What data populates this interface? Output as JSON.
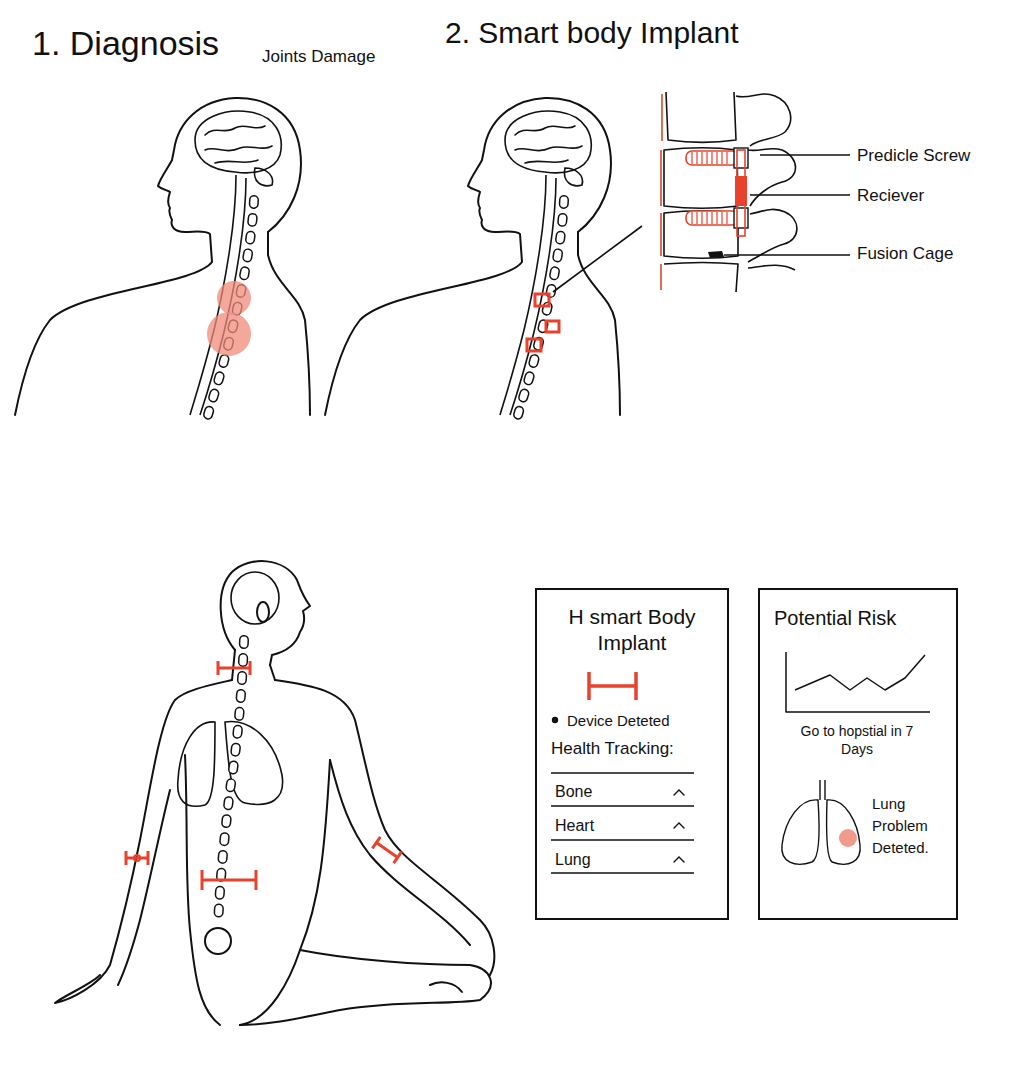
{
  "diagram": {
    "nodes": [
      {
        "text": [
          "H smart Body Implant",
          "Device Deteted",
          "Health Tracking:",
          "Bone",
          "Heart",
          "Lung"
        ]
      },
      {
        "text": [
          "Potential Risk",
          "Go to hopstial in 7 Days",
          "Lung Problem Deteted."
        ]
      }
    ],
    "labels": [
      "1. Diagnosis",
      "Joints Damage",
      "2. Smart body Implant",
      "Predicle Screw",
      "Reciever",
      "Fusion Cage"
    ]
  }
}
